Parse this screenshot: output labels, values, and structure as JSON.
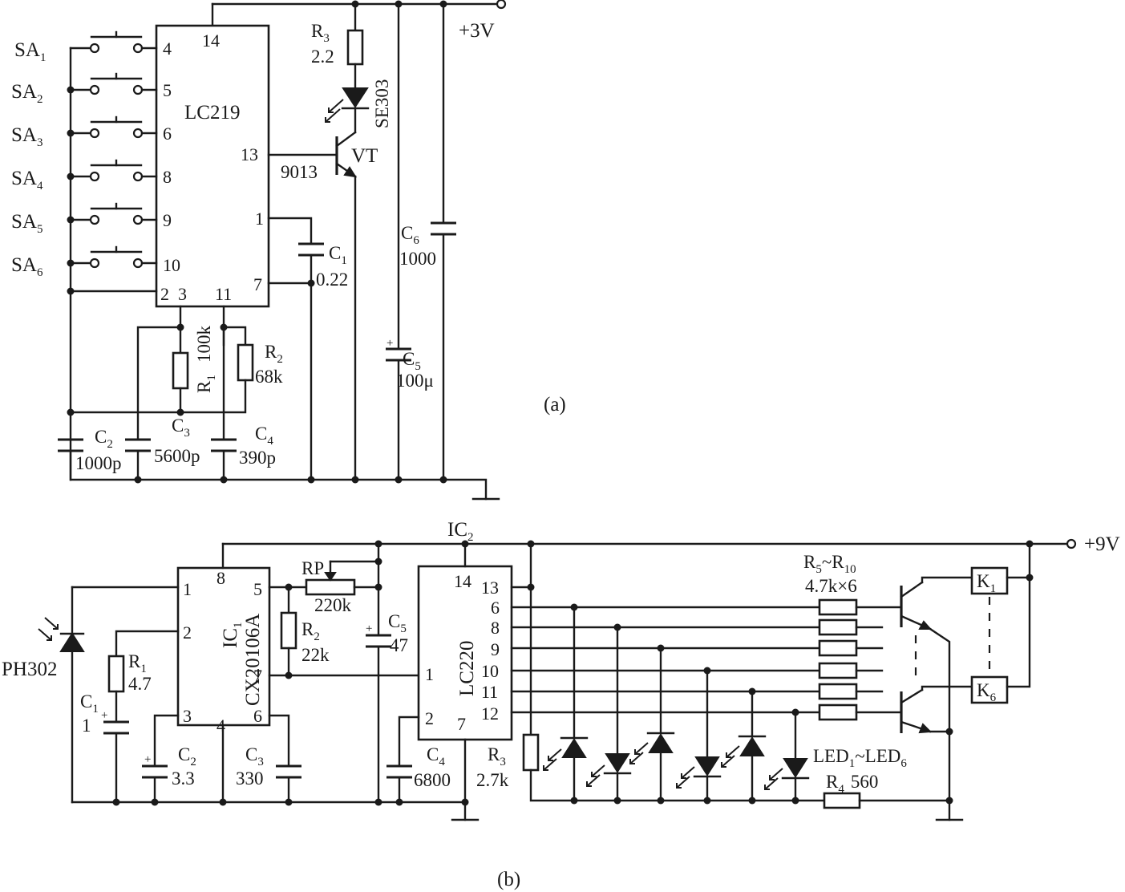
{
  "figure_a": {
    "caption": "(a)",
    "ic_name": "LC219",
    "supply": "+3V",
    "switches": [
      {
        "label": "SA",
        "sub": "1",
        "pin": "4"
      },
      {
        "label": "SA",
        "sub": "2",
        "pin": "5"
      },
      {
        "label": "SA",
        "sub": "3",
        "pin": "6"
      },
      {
        "label": "SA",
        "sub": "4",
        "pin": "8"
      },
      {
        "label": "SA",
        "sub": "5",
        "pin": "9"
      },
      {
        "label": "SA",
        "sub": "6",
        "pin": "10"
      }
    ],
    "ic_pins": {
      "p14": "14",
      "p13": "13",
      "p1": "1",
      "p7": "7",
      "p2": "2",
      "p3": "3",
      "p11": "11"
    },
    "r1": {
      "name": "R",
      "sub": "1",
      "value": "100k"
    },
    "r2": {
      "name": "R",
      "sub": "2",
      "value": "68k"
    },
    "r3": {
      "name": "R",
      "sub": "3",
      "value": "2.2"
    },
    "led": "SE303",
    "transistor": {
      "name": "VT",
      "type": "9013"
    },
    "c1": {
      "name": "C",
      "sub": "1",
      "value": "0.22"
    },
    "c2": {
      "name": "C",
      "sub": "2",
      "value": "1000p"
    },
    "c3": {
      "name": "C",
      "sub": "3",
      "value": "5600p"
    },
    "c4": {
      "name": "C",
      "sub": "4",
      "value": "390p"
    },
    "c5": {
      "name": "C",
      "sub": "5",
      "value": "100μ",
      "polarity": "+"
    },
    "c6": {
      "name": "C",
      "sub": "6",
      "value": "1000"
    }
  },
  "figure_b": {
    "caption": "(b)",
    "supply": "+9V",
    "photodiode": "PH302",
    "ic1": {
      "name": "IC",
      "sub": "1",
      "part": "CX20106A"
    },
    "ic1_pins": {
      "p1": "1",
      "p2": "2",
      "p3": "3",
      "p4": "4",
      "p5": "5",
      "p6": "6",
      "p7": "7",
      "p8": "8"
    },
    "ic2": {
      "name": "IC",
      "sub": "2",
      "part": "LC220"
    },
    "ic2_pins": {
      "p14": "14",
      "p13": "13",
      "p6": "6",
      "p8": "8",
      "p9": "9",
      "p10": "10",
      "p11": "11",
      "p12": "12",
      "p1": "1",
      "p2": "2",
      "p7": "7"
    },
    "r1": {
      "name": "R",
      "sub": "1",
      "value": "4.7"
    },
    "r2": {
      "name": "R",
      "sub": "2",
      "value": "22k"
    },
    "r3": {
      "name": "R",
      "sub": "3",
      "value": "2.7k"
    },
    "r4": {
      "name": "R",
      "sub": "4",
      "value": "560"
    },
    "rp": {
      "name": "RP",
      "value": "220k"
    },
    "r_array": {
      "label": "R",
      "sub_a": "5",
      "sep": "~R",
      "sub_b": "10",
      "value": "4.7k×6"
    },
    "c1": {
      "name": "C",
      "sub": "1",
      "value": "1",
      "polarity": "+"
    },
    "c2": {
      "name": "C",
      "sub": "2",
      "value": "3.3",
      "polarity": "+"
    },
    "c3": {
      "name": "C",
      "sub": "3",
      "value": "330"
    },
    "c4": {
      "name": "C",
      "sub": "4",
      "value": "6800"
    },
    "c5": {
      "name": "C",
      "sub": "5",
      "value": "47",
      "polarity": "+"
    },
    "leds": {
      "label": "LED",
      "sub_a": "1",
      "sep": "~LED",
      "sub_b": "6"
    },
    "relays": [
      {
        "name": "K",
        "sub": "1"
      },
      {
        "name": "K",
        "sub": "6"
      }
    ]
  }
}
